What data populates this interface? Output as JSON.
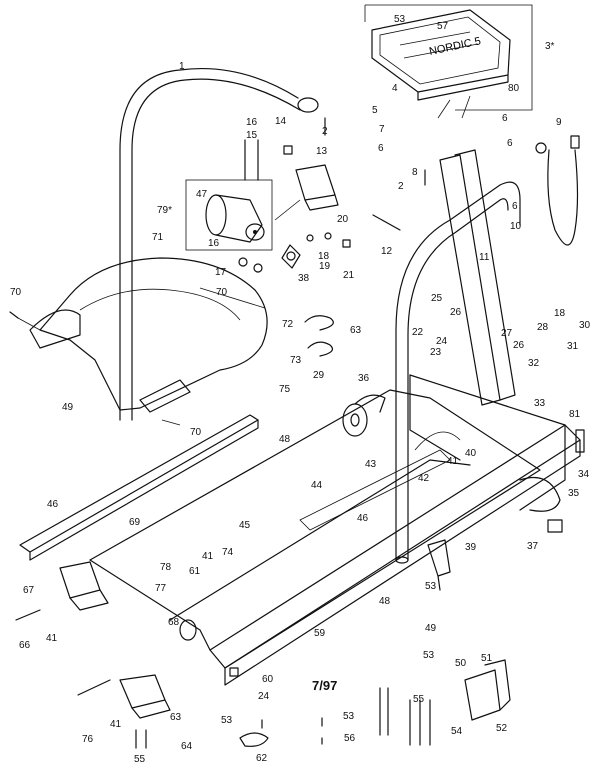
{
  "diagram": {
    "revision_date": "7/97",
    "callouts": {
      "c1": "1",
      "c2a": "2",
      "c2b": "2",
      "c3": "3*",
      "c4": "4",
      "c5a": "5",
      "c6a": "6",
      "c6b": "6",
      "c6c": "6",
      "c6d": "6",
      "c7": "7",
      "c8": "8",
      "c9": "9",
      "c10": "10",
      "c11": "11",
      "c12": "12",
      "c13": "13",
      "c14": "14",
      "c15": "15",
      "c16a": "16",
      "c16b": "16",
      "c17": "17",
      "c18a": "18",
      "c18b": "18",
      "c19": "19",
      "c20": "20",
      "c21": "21",
      "c22": "22",
      "c23": "23",
      "c24a": "24",
      "c24b": "24",
      "c25": "25",
      "c26a": "26",
      "c26b": "26",
      "c27": "27",
      "c28": "28",
      "c29": "29",
      "c30": "30",
      "c31": "31",
      "c32": "32",
      "c33": "33",
      "c34": "34",
      "c35": "35",
      "c36": "36",
      "c37": "37",
      "c38": "38",
      "c39": "39",
      "c40": "40",
      "c41a": "41",
      "c41b": "41",
      "c41c": "41",
      "c41d": "41",
      "c42": "42",
      "c43": "43",
      "c44": "44",
      "c45": "45",
      "c46a": "46",
      "c46b": "46",
      "c47": "47",
      "c48a": "48",
      "c48b": "48",
      "c49a": "49",
      "c49b": "49",
      "c50": "50",
      "c51": "51",
      "c52": "52",
      "c53a": "53",
      "c53b": "53",
      "c53c": "53",
      "c53d": "53",
      "c53e": "53",
      "c54": "54",
      "c55a": "55",
      "c55b": "55",
      "c56": "56",
      "c57": "57",
      "c59": "59",
      "c60": "60",
      "c61": "61",
      "c62": "62",
      "c63a": "63",
      "c63b": "63",
      "c64": "64",
      "c66": "66",
      "c67": "67",
      "c68": "68",
      "c69": "69",
      "c70a": "70",
      "c70b": "70",
      "c70c": "70",
      "c71": "71",
      "c72": "72",
      "c73": "73",
      "c74": "74",
      "c75": "75",
      "c76": "76",
      "c77": "77",
      "c78": "78",
      "c79": "79*",
      "c80": "80",
      "c81": "81"
    }
  }
}
